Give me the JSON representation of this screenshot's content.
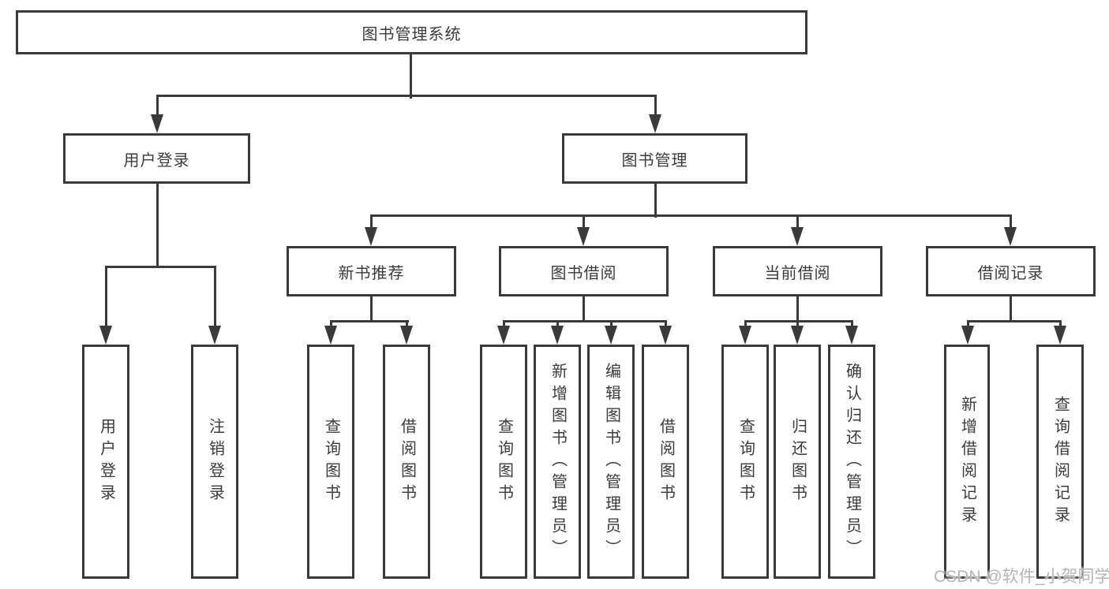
{
  "diagram": {
    "type": "hierarchy-tree",
    "root": {
      "label": "图书管理系统",
      "children": [
        {
          "label": "用户登录",
          "children": [
            {
              "label": "用户登录"
            },
            {
              "label": "注销登录"
            }
          ]
        },
        {
          "label": "图书管理",
          "children": [
            {
              "label": "新书推荐",
              "children": [
                {
                  "label": "查询图书"
                },
                {
                  "label": "借阅图书"
                }
              ]
            },
            {
              "label": "图书借阅",
              "children": [
                {
                  "label": "查询图书"
                },
                {
                  "label": "新增图书（管理员）"
                },
                {
                  "label": "编辑图书（管理员）"
                },
                {
                  "label": "借阅图书"
                }
              ]
            },
            {
              "label": "当前借阅",
              "children": [
                {
                  "label": "查询图书"
                },
                {
                  "label": "归还图书"
                },
                {
                  "label": "确认归还（管理员）"
                }
              ]
            },
            {
              "label": "借阅记录",
              "children": [
                {
                  "label": "新增借阅记录"
                },
                {
                  "label": "查询借阅记录"
                }
              ]
            }
          ]
        }
      ]
    },
    "watermark": "CSDN @软件_小贺同学",
    "colors": {
      "line": "#3a3a3a",
      "text": "#3b3b3b",
      "watermark": "#b5b5b5",
      "background": "#ffffff"
    }
  }
}
